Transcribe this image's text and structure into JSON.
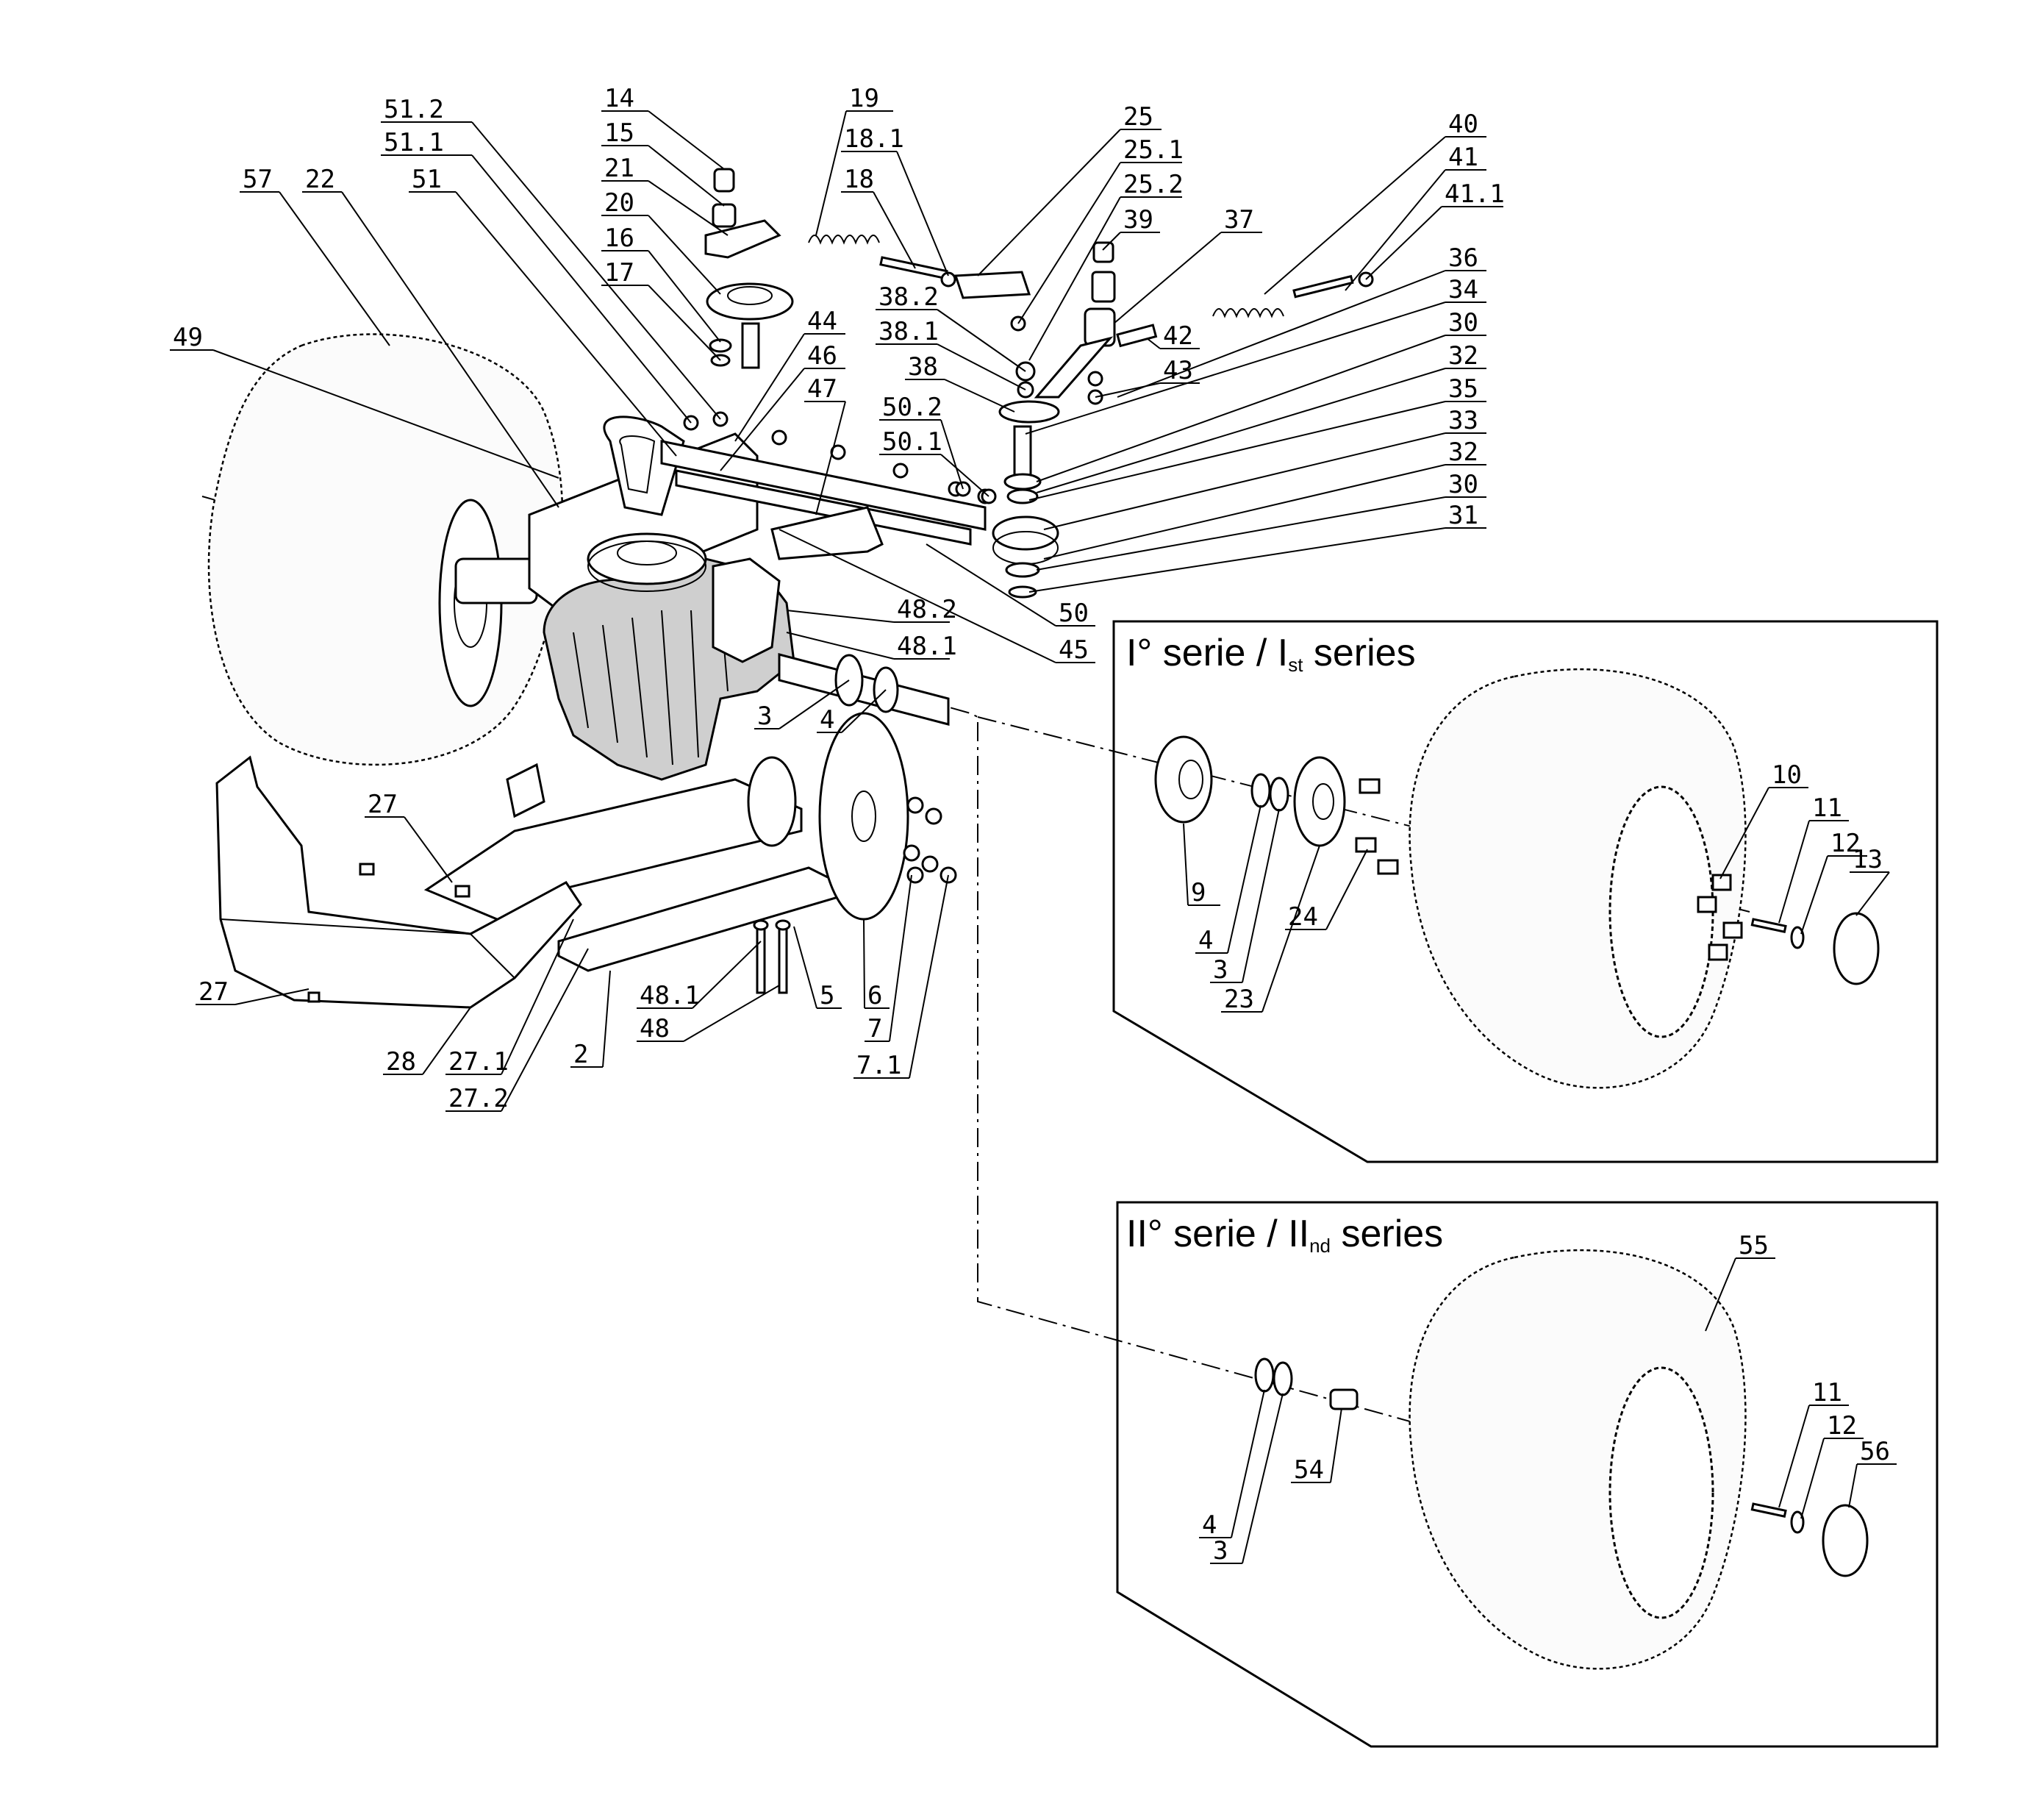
{
  "insets": [
    {
      "id": "series-1",
      "title": "I° serie / I",
      "title_sub": "st",
      "title_end": " series"
    },
    {
      "id": "series-2",
      "title": "II° serie / II",
      "title_sub": "nd",
      "title_end": " series"
    }
  ],
  "callouts": {
    "c_51_2": "51.2",
    "c_51_1": "51.1",
    "c_51": "51",
    "c_57": "57",
    "c_22": "22",
    "c_49": "49",
    "c_14": "14",
    "c_15": "15",
    "c_21": "21",
    "c_20": "20",
    "c_16": "16",
    "c_17": "17",
    "c_19": "19",
    "c_18_1": "18.1",
    "c_18": "18",
    "c_25": "25",
    "c_25_1": "25.1",
    "c_25_2": "25.2",
    "c_39": "39",
    "c_37": "37",
    "c_40": "40",
    "c_41": "41",
    "c_41_1": "41.1",
    "c_36": "36",
    "c_34": "34",
    "c_30a": "30",
    "c_32a": "32",
    "c_35": "35",
    "c_33": "33",
    "c_32b": "32",
    "c_30b": "30",
    "c_31": "31",
    "c_38_2": "38.2",
    "c_38_1": "38.1",
    "c_38": "38",
    "c_42": "42",
    "c_43": "43",
    "c_44": "44",
    "c_46": "46",
    "c_47": "47",
    "c_50_2": "50.2",
    "c_50_1": "50.1",
    "c_50": "50",
    "c_45": "45",
    "c_48_2": "48.2",
    "c_48_1a": "48.1",
    "c_3a": "3",
    "c_4a": "4",
    "c_27a": "27",
    "c_27b": "27",
    "c_28": "28",
    "c_27_1": "27.1",
    "c_27_2": "27.2",
    "c_2": "2",
    "c_48_1b": "48.1",
    "c_48": "48",
    "c_5": "5",
    "c_6": "6",
    "c_7": "7",
    "c_7_1": "7.1",
    "s1_9": "9",
    "s1_4": "4",
    "s1_3": "3",
    "s1_24": "24",
    "s1_23": "23",
    "s1_10": "10",
    "s1_11": "11",
    "s1_12": "12",
    "s1_13": "13",
    "s2_55": "55",
    "s2_54": "54",
    "s2_4": "4",
    "s2_3": "3",
    "s2_11": "11",
    "s2_12": "12",
    "s2_56": "56"
  },
  "colors": {
    "line": "#000000",
    "background": "#ffffff",
    "tire_fill": "#fbfbfb"
  }
}
